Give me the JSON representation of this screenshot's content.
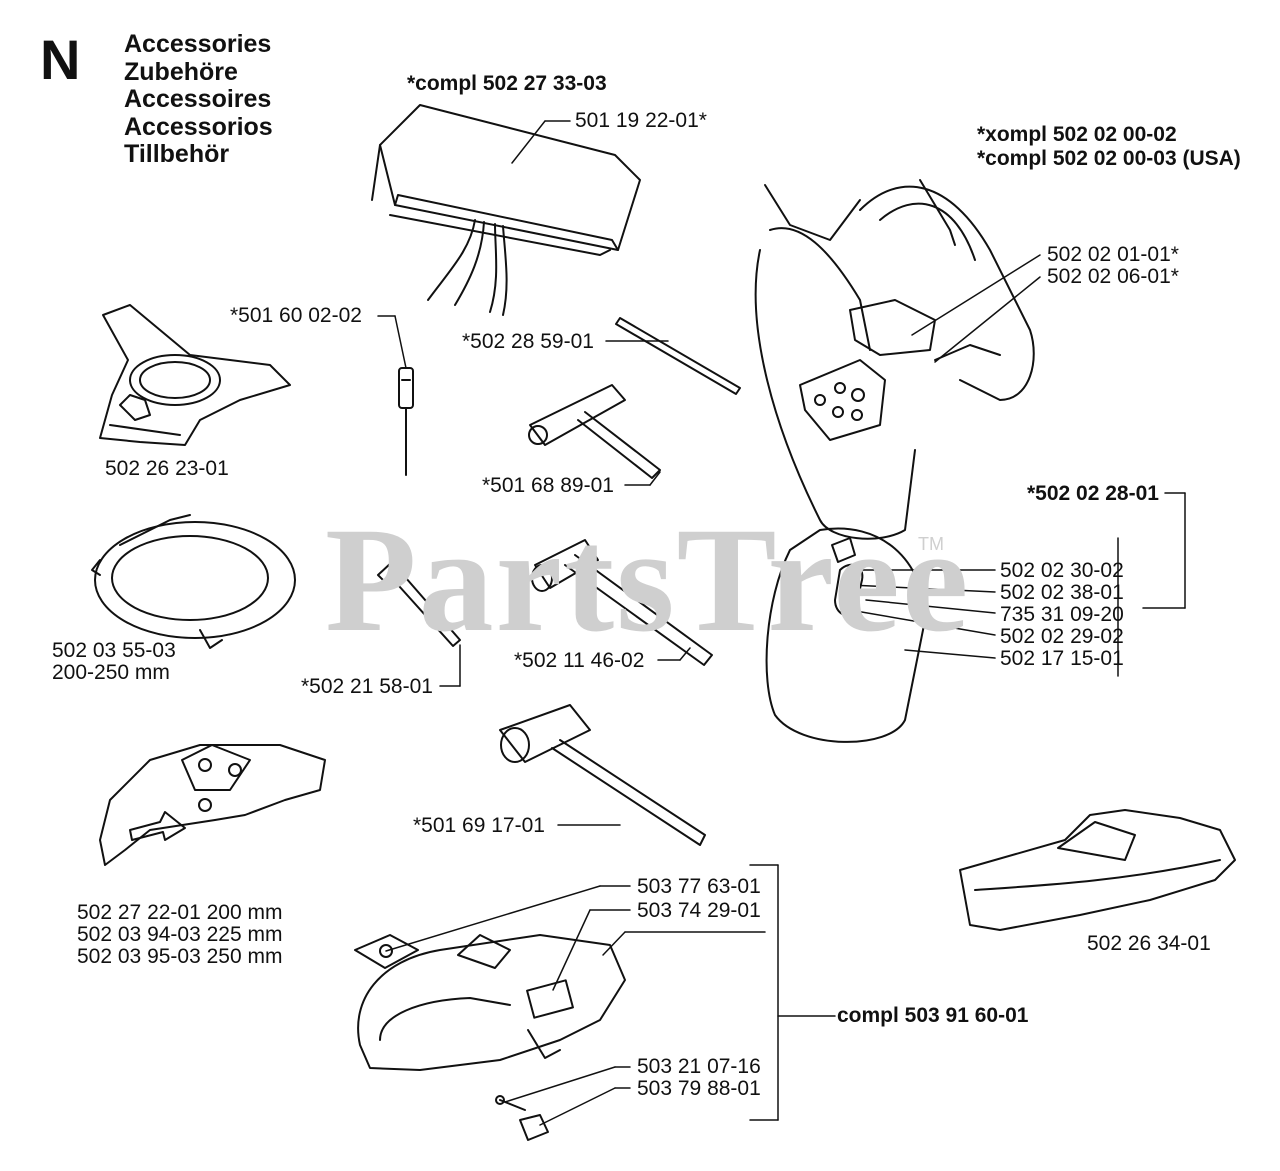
{
  "section": {
    "letter": "N",
    "titles": [
      "Accessories",
      "Zubehöre",
      "Accessoires",
      "Accessorios",
      "Tillbehör"
    ]
  },
  "watermark": {
    "text": "PartsTree",
    "tm": "TM"
  },
  "groups": {
    "kit_bag": "*compl 502 27 33-03",
    "harness_a": "*xompl 502 02 00-02",
    "harness_b": "*compl 502 02 00-03 (USA)",
    "guard_kit": "*502 02 28-01",
    "shield_kit": "compl 503 91 60-01"
  },
  "labels": {
    "bag": "501 19 22-01*",
    "screwdriver": "*501 60 02-02",
    "rod": "*502 28 59-01",
    "blade": "502 26 23-01",
    "tbar_wrench": "*501 68 89-01",
    "harness_hook1": "502 02 01-01*",
    "harness_hook2": "502 02 06-01*",
    "trimmer_head": "502 03 55-03",
    "trimmer_size": "200-250 mm",
    "hex_key": "*502 21 58-01",
    "socket_wrench": "*502 11 46-02",
    "guard_1": "502 02 30-02",
    "guard_2": "502 02 38-01",
    "guard_3": "735 31 09-20",
    "guard_4": "502 02 29-02",
    "guard_5": "502 17 15-01",
    "combi_wrench": "*501 69 17-01",
    "deflector_1": "502 27 22-01 200 mm",
    "deflector_2": "502 03 94-03 225 mm",
    "deflector_3": "502 03 95-03 250 mm",
    "shield_plate": "503 77 63-01",
    "shield_decal": "503 74 29-01",
    "shield_bolt": "503 21 07-16",
    "shield_clip": "503 79 88-01",
    "blade_guard": "502 26 34-01"
  }
}
